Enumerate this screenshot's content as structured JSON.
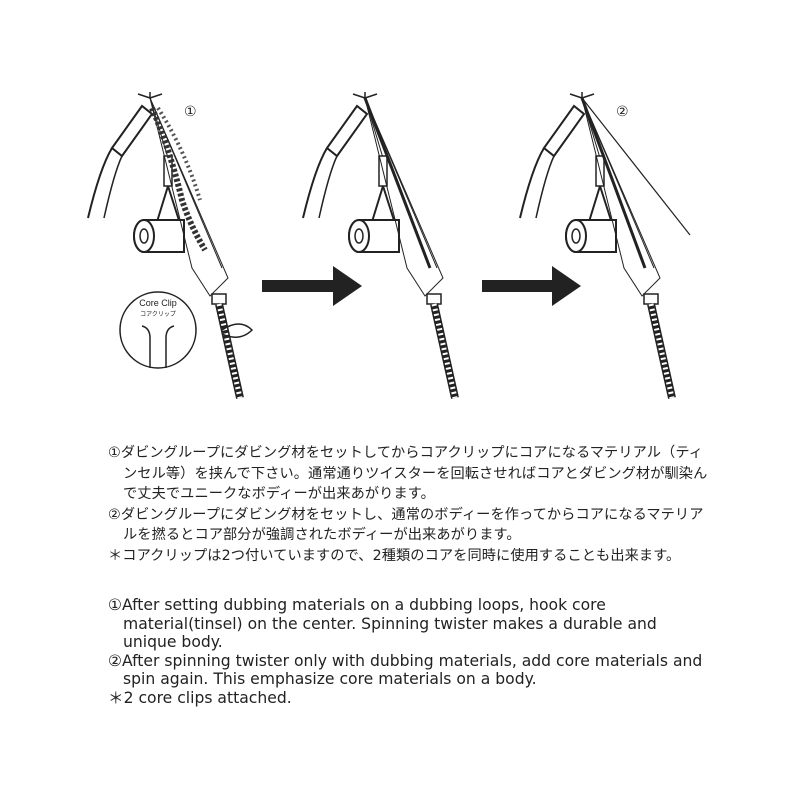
{
  "figure": {
    "panels": [
      {
        "marker": "①",
        "clip_label": "Core Clip",
        "clip_label_jp": "コアクリップ"
      },
      {
        "marker": ""
      },
      {
        "marker": "②"
      }
    ]
  },
  "japanese": {
    "p1": "①ダビングループにダビング材をセットしてからコアクリップにコアになるマテリアル（ティンセル等）を挟んで下さい。通常通りツイスターを回転させればコアとダビング材が馴染んで丈夫でユニークなボディーが出来あがります。",
    "p2": "②ダビングループにダビング材をセットし、通常のボディーを作ってからコアになるマテリアルを撚るとコア部分が強調されたボディーが出来あがります。",
    "p3": "＊コアクリップは2つ付いていますので、2種類のコアを同時に使用することも出来ます。"
  },
  "english": {
    "p1": "①After setting dubbing materials on a dubbing loops, hook core material(tinsel) on the center. Spinning twister makes a durable and unique body.",
    "p2": "②After spinning twister only with dubbing materials, add core materials and spin again. This emphasize core materials on a body.",
    "p3": "＊2 core clips attached."
  }
}
